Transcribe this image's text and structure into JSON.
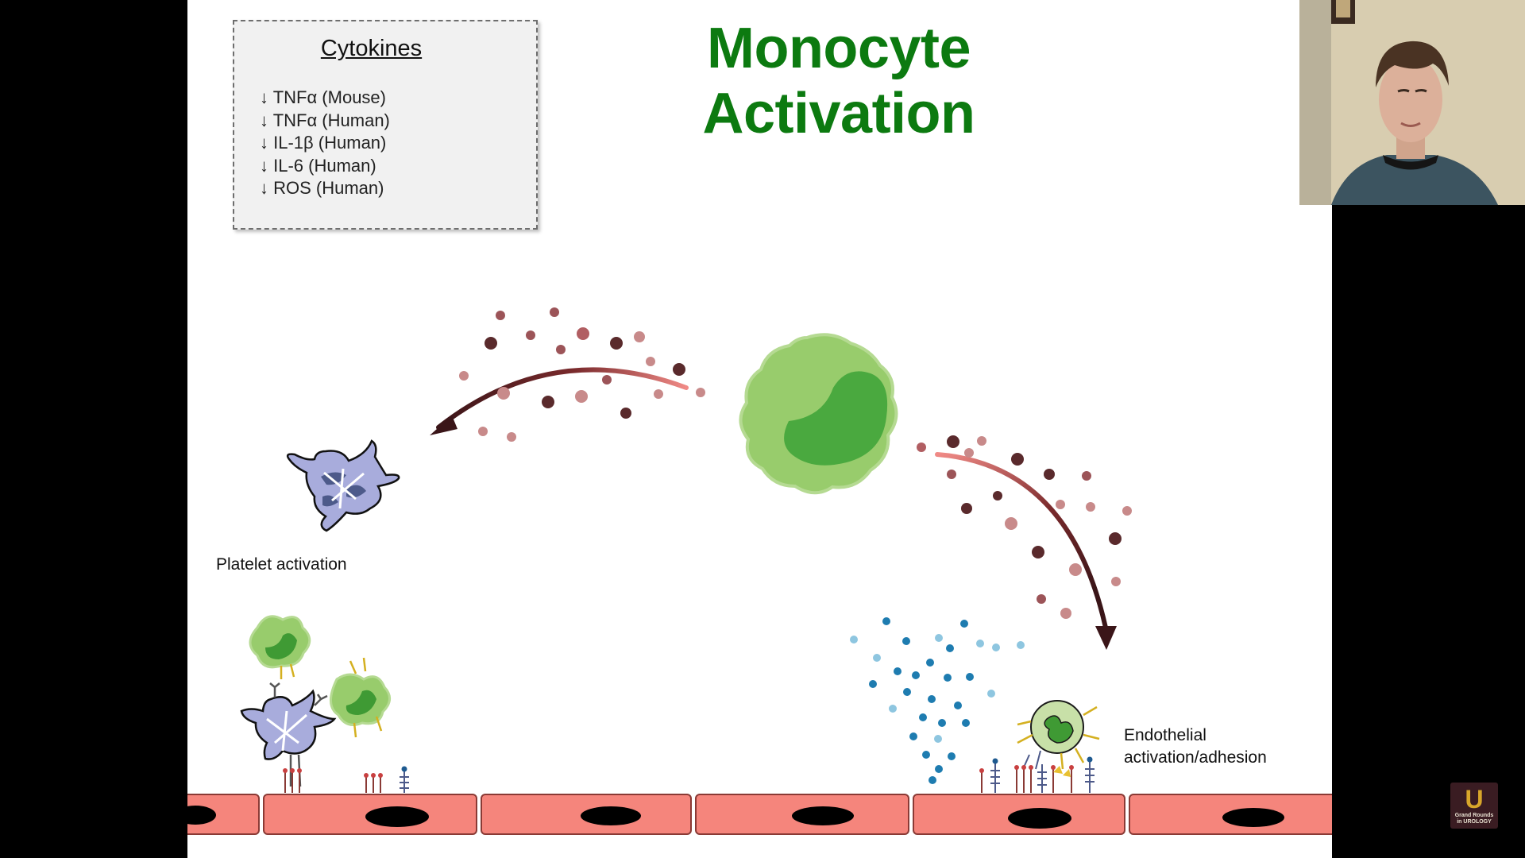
{
  "slide": {
    "title": "Monocyte Activation",
    "cytokines": {
      "heading": "Cytokines",
      "items": [
        "↓ TNFα  (Mouse)",
        "↓ TNFα  (Human)",
        "↓ IL-1β (Human)",
        "↓ IL-6  (Human)",
        "↓ ROS  (Human)"
      ]
    },
    "labels": {
      "platelet": "Platelet  activation",
      "endothelial_line1": "Endothelial",
      "endothelial_line2": "activation/adhesion"
    }
  },
  "logo": {
    "letter": "U",
    "line1": "Grand Rounds",
    "line2": "in UROLOGY"
  },
  "colors": {
    "title_green": "#0c7a10",
    "cell_green": "#98cc6c",
    "nucleus_green": "#4aa93f",
    "endothelium": "#f5857c",
    "arrow": "#3a1518"
  }
}
